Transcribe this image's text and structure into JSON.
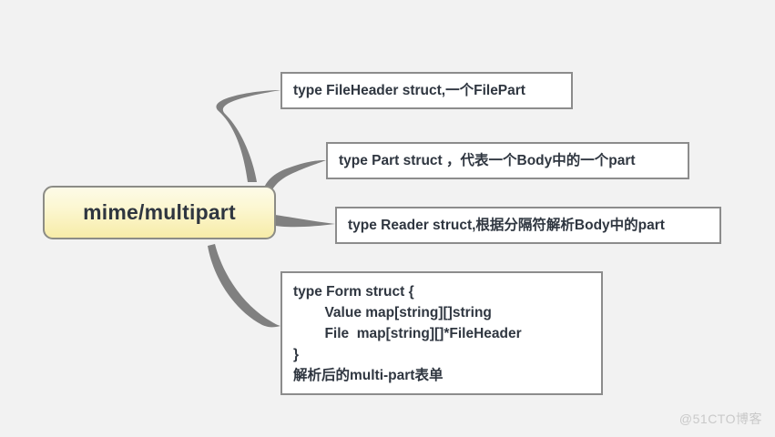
{
  "canvas": {
    "background_color": "#f2f2f2",
    "connector_color": "#808080"
  },
  "root_node": {
    "label": "mime/multipart",
    "fill_start_color": "#fdfbe8",
    "fill_end_color": "#f7eca8",
    "border_color": "#8c8c86"
  },
  "branches": [
    {
      "id": "fileheader",
      "text": "type FileHeader struct,一个FilePart"
    },
    {
      "id": "part",
      "text": "type Part struct ，代表一个Body中的一个part"
    },
    {
      "id": "reader",
      "text": "type Reader struct,根据分隔符解析Body中的part"
    },
    {
      "id": "form",
      "lines": [
        "type Form struct {",
        "        Value map[string][]string",
        "        File  map[string][]*FileHeader",
        "}",
        "解析后的multi-part表单"
      ],
      "text": "type Form struct {\n        Value map[string][]string\n        File  map[string][]*FileHeader\n}\n解析后的multi-part表单"
    }
  ],
  "watermark": {
    "text": "@51CTO博客",
    "color": "#c9c9c9"
  }
}
